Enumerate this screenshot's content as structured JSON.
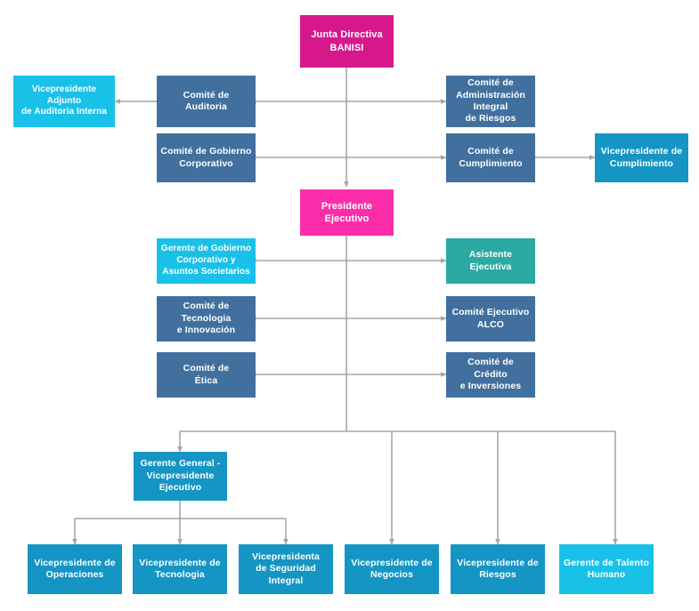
{
  "meta": {
    "colors": {
      "magenta_dark": "#d6188c",
      "magenta_bright": "#fb2daa",
      "slate_blue": "#41709f",
      "blue": "#1595c4",
      "cyan": "#19c1e8",
      "teal": "#2ba9a3",
      "connector": "#a6a6a6",
      "background": "#ffffff"
    }
  },
  "nodes": {
    "junta_directiva": "Junta Directiva\nBANISI",
    "vp_adjunto_auditoria": "Vicepresidente\nAdjunto\nde Auditoria Interna",
    "comite_auditoria": "Comité de\nAuditoria",
    "comite_admin_riesgos": "Comité de\nAdministración\nIntegral\nde Riesgos",
    "comite_gobierno_corporativo": "Comité de Gobierno\nCorporativo",
    "comite_cumplimiento": "Comité de\nCumplimiento",
    "vp_cumplimiento": "Vicepresidente de\nCumplimiento",
    "presidente_ejecutivo": "Presidente\nEjecutivo",
    "gerente_gobierno_corporativo": "Gerente de Gobierno\nCorporativo y\nAsuntos Societarios",
    "asistente_ejecutiva": "Asistente\nEjecutiva",
    "comite_tecnologia": "Comité de Tecnologia\ne Innovación",
    "comite_ejecutivo_alco": "Comité Ejecutivo\nALCO",
    "comite_etica": "Comité de\nÉtica",
    "comite_credito": "Comité de Crédito\ne Inversiones",
    "gerente_general": "Gerente General -\nVicepresidente\nEjecutivo",
    "vp_operaciones": "Vicepresidente de\nOperaciones",
    "vp_tecnologia": "Vicepresidente de\nTecnologia",
    "vp_seguridad": "Vicepresidenta\nde Seguridad Integral",
    "vp_negocios": "Vicepresidente de\nNegocios",
    "vp_riesgos": "Vicepresidente de\nRiesgos",
    "gerente_talento_humano": "Gerente de Talento\nHumano"
  }
}
